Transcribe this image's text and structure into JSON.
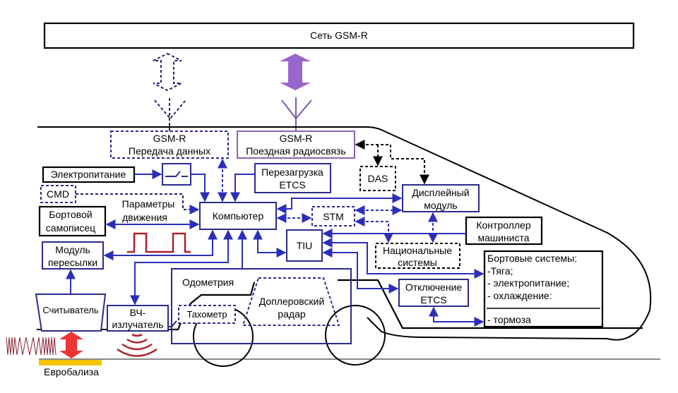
{
  "title": "Сеть GSM-R",
  "colors": {
    "blue_line": "#2b2fb8",
    "navy_box": "#2a2a8c",
    "purple": "#9966cc",
    "red_signal": "#b0202a",
    "red_arrow": "#ee3333",
    "balise_yellow": "#f5c400"
  },
  "nodes": {
    "gsmr_data": {
      "line1": "GSM-R",
      "line2": "Передача данных"
    },
    "gsmr_voice": {
      "line1": "GSM-R",
      "line2": "Поездная радиосвязь"
    },
    "power": {
      "label": "Электропитание"
    },
    "cmd": {
      "label": "CMD"
    },
    "recorder": {
      "line1": "Бортовой",
      "line2": "самописец"
    },
    "motion_params": {
      "line1": "Параметры",
      "line2": "движения"
    },
    "transfer_module": {
      "line1": "Модуль",
      "line2": "пересылки"
    },
    "reboot_etcs": {
      "line1": "Перезагрузка",
      "line2": "ETCS"
    },
    "computer": {
      "label": "Компьютер"
    },
    "das": {
      "label": "DAS"
    },
    "display": {
      "line1": "Дисплейный",
      "line2": "модуль"
    },
    "stm": {
      "label": "STM"
    },
    "tiu": {
      "label": "TIU"
    },
    "driver_controller": {
      "line1": "Контроллер",
      "line2": "машиниста"
    },
    "national": {
      "line1": "Национальные",
      "line2": "системы"
    },
    "onboard": {
      "title": "Бортовые системы:",
      "items": [
        "-Тяга;",
        "- электропитание;",
        "- охлаждение:"
      ],
      "brakes": "- тормоза"
    },
    "etcs_off": {
      "line1": "Отключение",
      "line2": "ETCS"
    },
    "odometry": {
      "label": "Одометрия"
    },
    "doppler": {
      "line1": "Доплеровский",
      "line2": "радар"
    },
    "tacho": {
      "label": "Тахометр"
    },
    "reader": {
      "label": "Считыватель"
    },
    "rf_emitter": {
      "line1": "ВЧ-",
      "line2": "излучатель"
    },
    "eurobalise": {
      "label": "Евробализа"
    }
  }
}
